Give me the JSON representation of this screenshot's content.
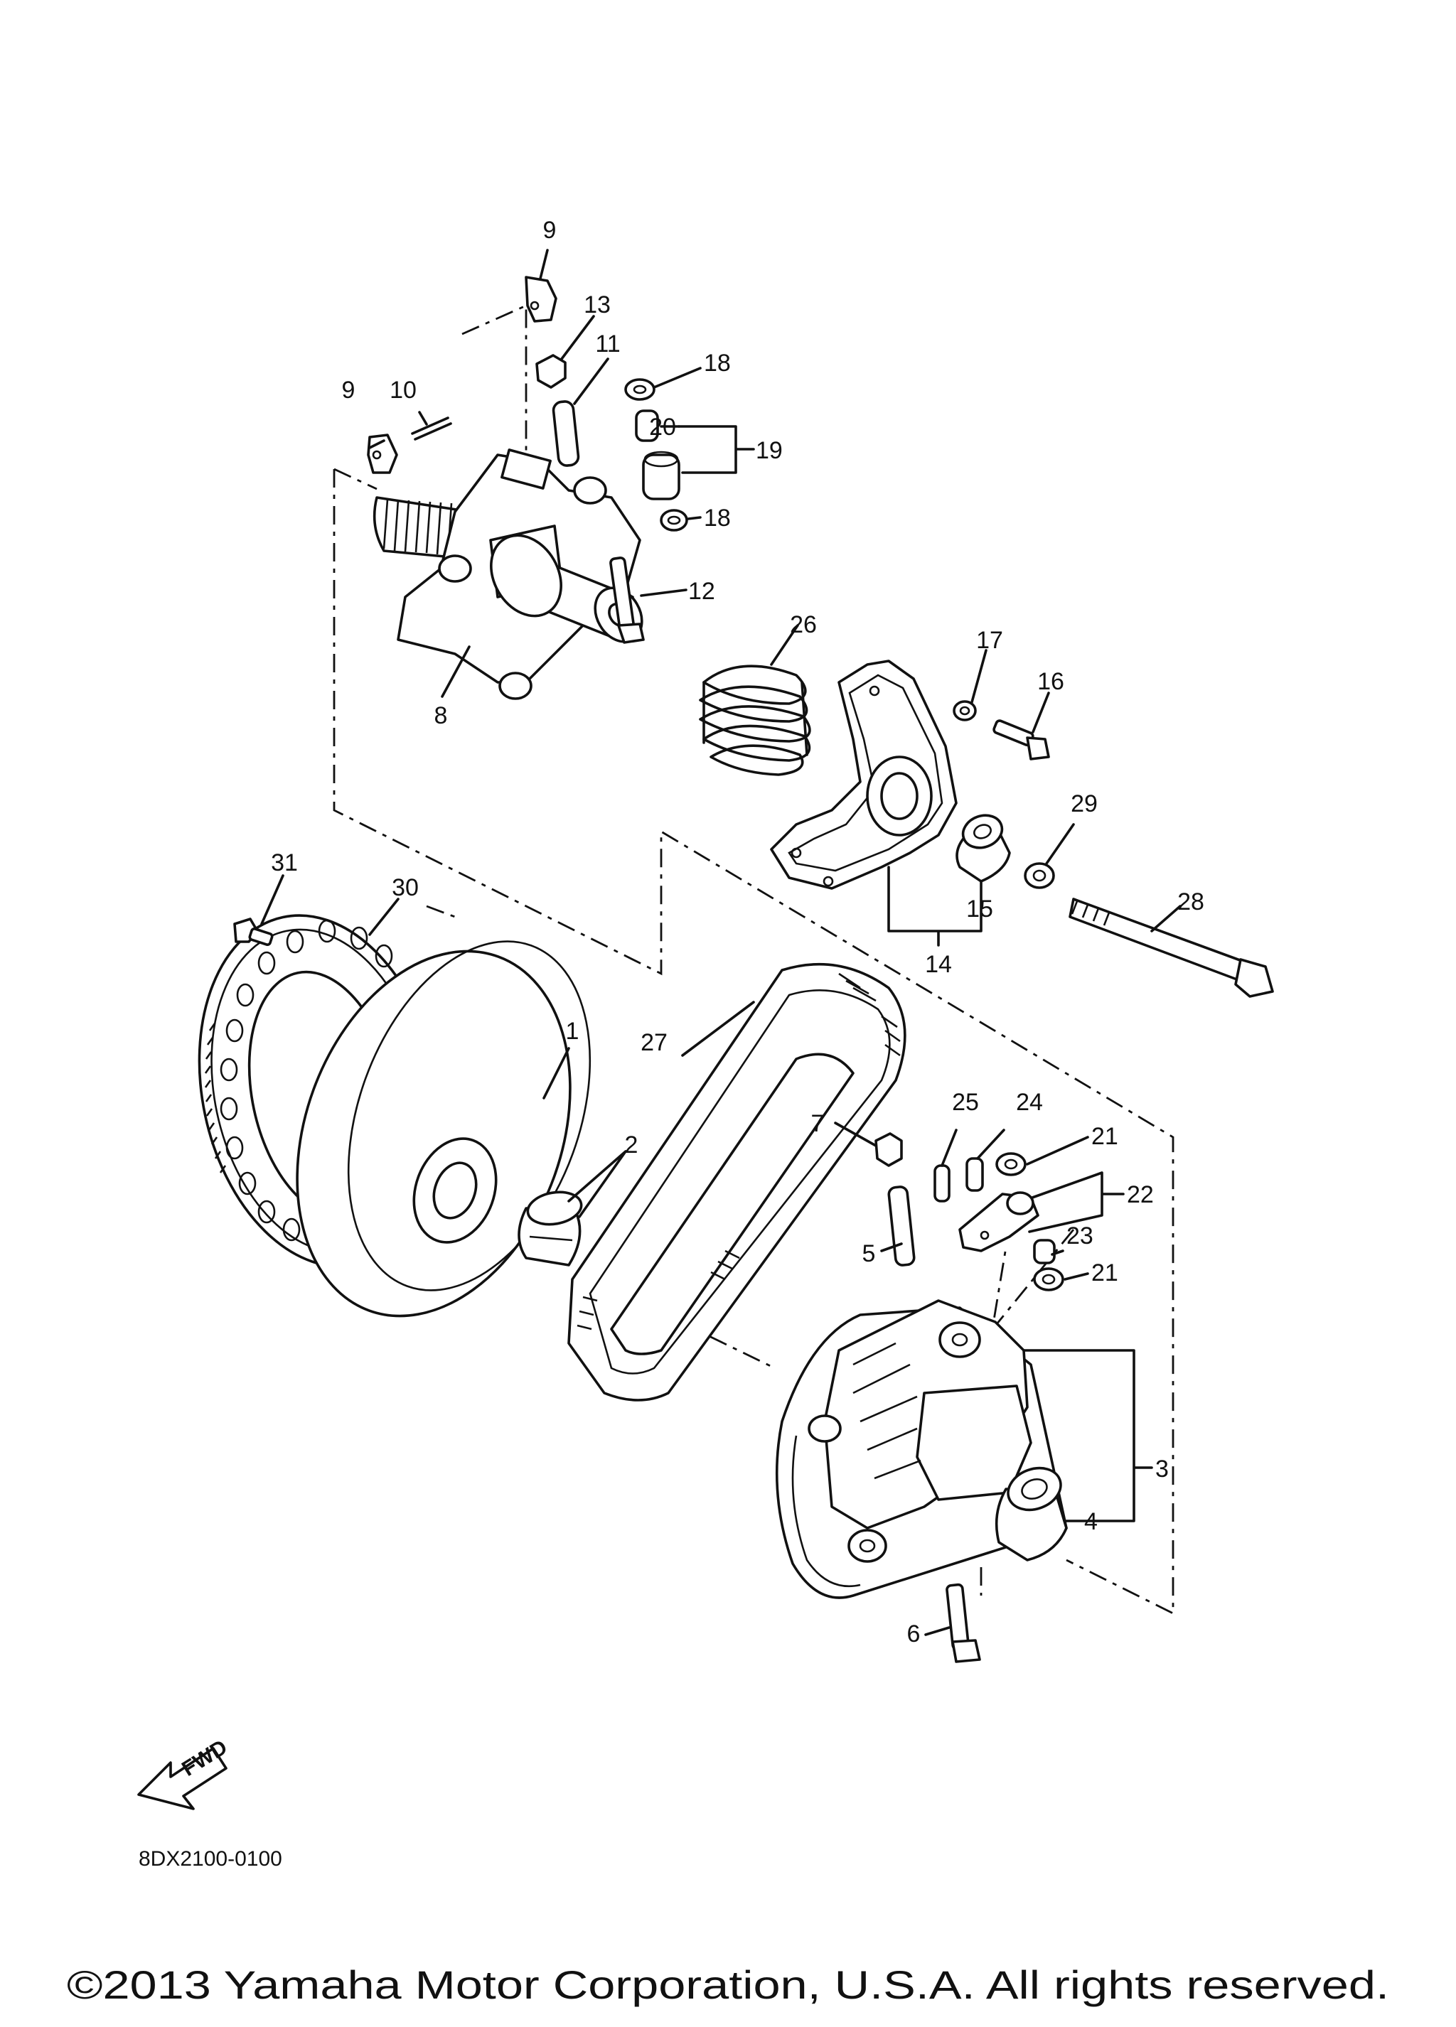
{
  "diagram": {
    "callouts": {
      "c1": "1",
      "c2": "2",
      "c3": "3",
      "c4": "4",
      "c5": "5",
      "c6": "6",
      "c7": "7",
      "c8": "8",
      "c9a": "9",
      "c9b": "9",
      "c10": "10",
      "c11": "11",
      "c12": "12",
      "c13": "13",
      "c14": "14",
      "c15": "15",
      "c16": "16",
      "c17": "17",
      "c18a": "18",
      "c18b": "18",
      "c19": "19",
      "c20": "20",
      "c21a": "21",
      "c21b": "21",
      "c22": "22",
      "c23": "23",
      "c24": "24",
      "c25": "25",
      "c26": "26",
      "c27": "27",
      "c28": "28",
      "c29": "29",
      "c30": "30",
      "c31": "31"
    },
    "fwd_label": "FWD",
    "drawing_code": "8DX2100-0100",
    "copyright": "©2013 Yamaha Motor Corporation, U.S.A. All rights reserved."
  }
}
